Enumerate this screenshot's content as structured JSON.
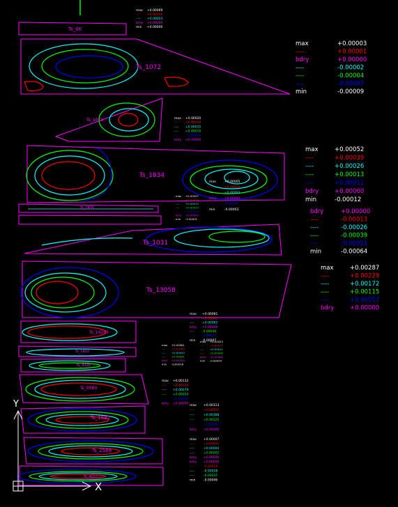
{
  "colors": {
    "background": "#000000",
    "frame": "#ff00ff",
    "max": "#ffffff",
    "c_red": "#ff0000",
    "c_cyan": "#00ffff",
    "c_green": "#00ff00",
    "c_blue": "#0000ff",
    "bdry": "#ff00ff",
    "min": "#ffffff",
    "axis": "#ffffff",
    "tick": "#00ff00"
  },
  "panel_labels": {
    "top_strip": "Ts_0K",
    "p1": "Ts_1072",
    "p2": "Ts_1073",
    "p3": "Ts_1834",
    "p4": "Ts_1835",
    "p5": "Ts_1031",
    "p6": "Ts_13058",
    "p7": "Ts_14255",
    "p8": "Ts_1422",
    "p9": "Ts_4228",
    "p10": "Ts_0580",
    "p11": "Ts_1682",
    "p12": "Ts_2589",
    "p13": "Ts_4022"
  },
  "legends": {
    "L1": {
      "rows": [
        {
          "label": "max",
          "value": "+0.00003",
          "color": "max"
        },
        {
          "label": "----",
          "value": "+0.00001",
          "color": "c_red"
        },
        {
          "label": "bdry",
          "value": "+0.00000",
          "color": "bdry"
        },
        {
          "label": "----",
          "value": "-0.00002",
          "color": "c_cyan"
        },
        {
          "label": "----",
          "value": "-0.00004",
          "color": "c_green"
        },
        {
          "label": "----",
          "value": "-0.00007",
          "color": "c_blue"
        },
        {
          "label": "min",
          "value": "-0.00009",
          "color": "min"
        }
      ]
    },
    "L2": {
      "rows": [
        {
          "label": "max",
          "value": "+0.00052",
          "color": "max"
        },
        {
          "label": "----",
          "value": "+0.00039",
          "color": "c_red"
        },
        {
          "label": "----",
          "value": "+0.00026",
          "color": "c_cyan"
        },
        {
          "label": "----",
          "value": "+0.00013",
          "color": "c_green"
        },
        {
          "label": "----",
          "value": "+0.00011",
          "color": "c_blue"
        },
        {
          "label": "bdry",
          "value": "+0.00000",
          "color": "bdry"
        },
        {
          "label": "min",
          "value": "-0.00012",
          "color": "min"
        }
      ]
    },
    "L3": {
      "rows": [
        {
          "label": "bdry",
          "value": "+0.00000",
          "color": "bdry"
        },
        {
          "label": "----",
          "value": "-0.00013",
          "color": "c_red"
        },
        {
          "label": "----",
          "value": "-0.00026",
          "color": "c_cyan"
        },
        {
          "label": "----",
          "value": "-0.00039",
          "color": "c_green"
        },
        {
          "label": "----",
          "value": "-0.00051",
          "color": "c_blue"
        },
        {
          "label": "min",
          "value": "-0.00064",
          "color": "min"
        }
      ]
    },
    "L4": {
      "rows": [
        {
          "label": "max",
          "value": "+0.00287",
          "color": "max"
        },
        {
          "label": "----",
          "value": "+0.00229",
          "color": "c_red"
        },
        {
          "label": "----",
          "value": "+0.00172",
          "color": "c_cyan"
        },
        {
          "label": "----",
          "value": "+0.00115",
          "color": "c_green"
        },
        {
          "label": "----",
          "value": "+0.00057",
          "color": "c_blue"
        },
        {
          "label": "bdry",
          "value": "+0.00000",
          "color": "bdry"
        }
      ]
    },
    "S_top": {
      "rows": [
        {
          "label": "max",
          "value": "+0.00069",
          "color": "max"
        },
        {
          "label": "----",
          "value": "+0.00046",
          "color": "c_red"
        },
        {
          "label": "----",
          "value": "+0.00023",
          "color": "c_cyan"
        },
        {
          "label": "bdry",
          "value": "+0.00000",
          "color": "bdry"
        },
        {
          "label": "min",
          "value": "+0.00000",
          "color": "min"
        }
      ]
    },
    "S_p2": {
      "rows": [
        {
          "label": "max",
          "value": "+0.00020",
          "color": "max"
        },
        {
          "label": "----",
          "value": "+0.00016",
          "color": "c_red"
        },
        {
          "label": "----",
          "value": "+0.00015",
          "color": "c_cyan"
        },
        {
          "label": "----",
          "value": "+0.00010",
          "color": "c_green"
        },
        {
          "label": "----",
          "value": "+0.00005",
          "color": "c_blue"
        },
        {
          "label": "bdry",
          "value": "+0.00000",
          "color": "bdry"
        }
      ]
    },
    "S_p3": {
      "rows": [
        {
          "label": "max",
          "value": "+0.00005",
          "color": "max"
        },
        {
          "label": "----",
          "value": "+0.00004",
          "color": "c_red"
        },
        {
          "label": "----",
          "value": "+0.00002",
          "color": "c_cyan"
        },
        {
          "label": "bdry",
          "value": "+0.00000",
          "color": "bdry"
        },
        {
          "label": "----",
          "value": "-0.00001",
          "color": "c_blue"
        },
        {
          "label": "min",
          "value": "-0.00003",
          "color": "min"
        }
      ]
    },
    "S_p4": {
      "rows": [
        {
          "label": "max",
          "value": "+0.00037",
          "color": "max"
        },
        {
          "label": "----",
          "value": "+0.00024",
          "color": "c_red"
        },
        {
          "label": "----",
          "value": "+0.00015",
          "color": "c_cyan"
        },
        {
          "label": "----",
          "value": "+0.00010",
          "color": "c_green"
        },
        {
          "label": "----",
          "value": "+0.00005",
          "color": "c_blue"
        },
        {
          "label": "bdry",
          "value": "+0.00000",
          "color": "bdry"
        },
        {
          "label": "min",
          "value": "-0.00001",
          "color": "min"
        }
      ]
    },
    "S_p7a": {
      "rows": [
        {
          "label": "max",
          "value": "+0.00081",
          "color": "max"
        },
        {
          "label": "----",
          "value": "+0.00042",
          "color": "c_red"
        },
        {
          "label": "----",
          "value": "+0.00062",
          "color": "c_cyan"
        },
        {
          "label": "bdry",
          "value": "+0.00000",
          "color": "bdry"
        },
        {
          "label": "----",
          "value": "-0.00046",
          "color": "c_green"
        },
        {
          "label": "----",
          "value": "-0.00027",
          "color": "c_blue"
        },
        {
          "label": "min",
          "value": "-0.00007",
          "color": "min"
        }
      ]
    },
    "S_p7b": {
      "rows": [
        {
          "label": "max",
          "value": "+0.00081",
          "color": "max"
        },
        {
          "label": "----",
          "value": "+0.00064",
          "color": "c_red"
        },
        {
          "label": "----",
          "value": "+0.00043",
          "color": "c_cyan"
        },
        {
          "label": "----",
          "value": "+0.00021",
          "color": "c_green"
        },
        {
          "label": "bdry",
          "value": "+0.00000",
          "color": "bdry"
        },
        {
          "label": "min",
          "value": "-0.00016",
          "color": "min"
        }
      ]
    },
    "S_p8": {
      "rows": [
        {
          "label": "max",
          "value": "+0.00023",
          "color": "max"
        },
        {
          "label": "----",
          "value": "+0.00017",
          "color": "c_red"
        },
        {
          "label": "----",
          "value": "+0.00011",
          "color": "c_cyan"
        },
        {
          "label": "----",
          "value": "+0.00006",
          "color": "c_green"
        },
        {
          "label": "bdry",
          "value": "+0.00000",
          "color": "bdry"
        },
        {
          "label": "min",
          "value": "-0.00004",
          "color": "min"
        }
      ]
    },
    "S_p10": {
      "rows": [
        {
          "label": "max",
          "value": "+0.00132",
          "color": "max"
        },
        {
          "label": "----",
          "value": "+0.00106",
          "color": "c_red"
        },
        {
          "label": "----",
          "value": "+0.00079",
          "color": "c_cyan"
        },
        {
          "label": "----",
          "value": "+0.00053",
          "color": "c_green"
        },
        {
          "label": "----",
          "value": "+0.00026",
          "color": "c_blue"
        },
        {
          "label": "bdry",
          "value": "+0.00000",
          "color": "bdry"
        }
      ]
    },
    "S_p11": {
      "rows": [
        {
          "label": "max",
          "value": "+0.00313",
          "color": "max"
        },
        {
          "label": "----",
          "value": "+0.00250",
          "color": "c_red"
        },
        {
          "label": "----",
          "value": "+0.00188",
          "color": "c_cyan"
        },
        {
          "label": "----",
          "value": "+0.00125",
          "color": "c_green"
        },
        {
          "label": "----",
          "value": "+0.00063",
          "color": "c_blue"
        },
        {
          "label": "bdry",
          "value": "+0.00000",
          "color": "bdry"
        }
      ]
    },
    "S_p12": {
      "rows": [
        {
          "label": "max",
          "value": "+0.00007",
          "color": "max"
        },
        {
          "label": "----",
          "value": "+0.00005",
          "color": "c_red"
        },
        {
          "label": "----",
          "value": "+0.00004",
          "color": "c_cyan"
        },
        {
          "label": "----",
          "value": "+0.00002",
          "color": "c_green"
        },
        {
          "label": "bdry",
          "value": "+0.00000",
          "color": "bdry"
        },
        {
          "label": "bdry",
          "value": "+0.00000",
          "color": "bdry"
        },
        {
          "label": "----",
          "value": "-0.00019",
          "color": "c_red"
        },
        {
          "label": "----",
          "value": "-0.00028",
          "color": "c_cyan"
        },
        {
          "label": "----",
          "value": "-0.00037",
          "color": "c_green"
        },
        {
          "label": "min",
          "value": "-0.00046",
          "color": "min"
        }
      ]
    }
  },
  "axis_labels": {
    "y": "Y",
    "x": "X"
  }
}
